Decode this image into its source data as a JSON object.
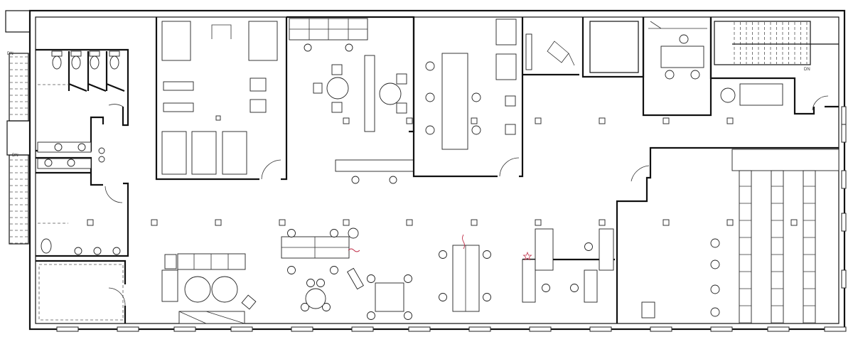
{
  "plan": {
    "stair_labels": [
      "DN",
      "DN",
      "DN"
    ],
    "accent_color": "#c0304a"
  }
}
